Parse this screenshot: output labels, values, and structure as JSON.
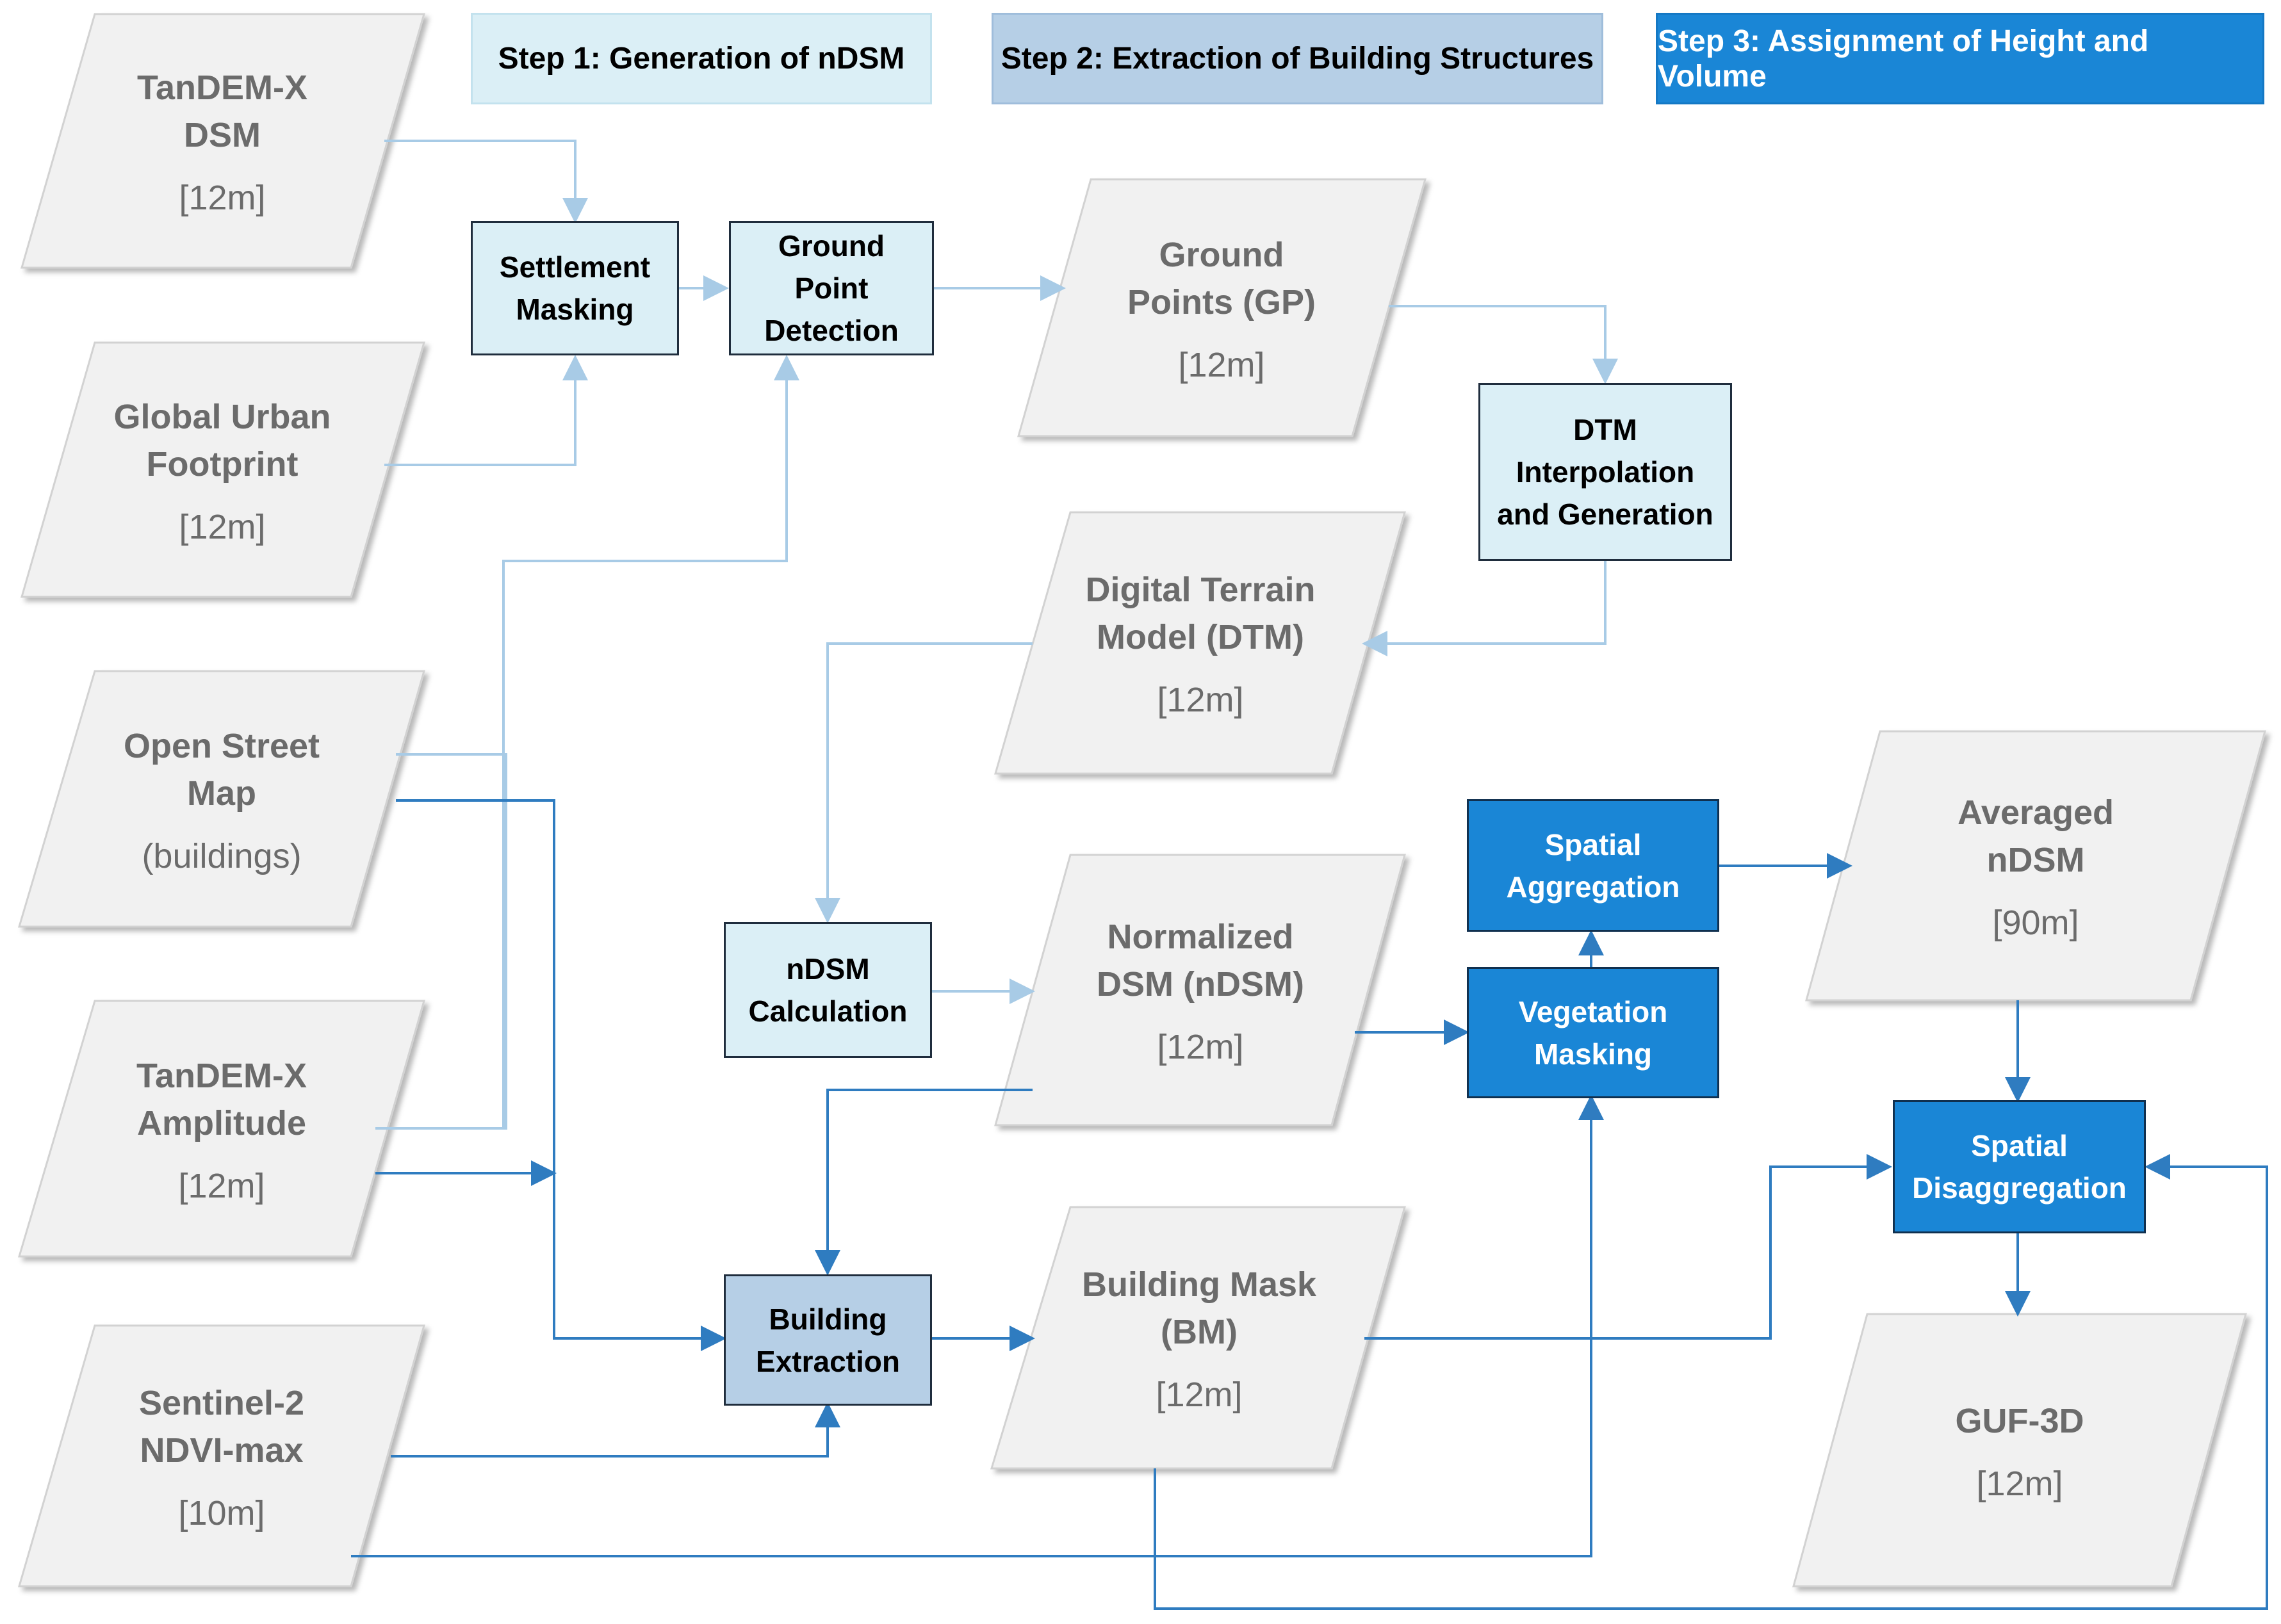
{
  "legend": {
    "step1": "Step 1: Generation of nDSM",
    "step2": "Step 2: Extraction of Building Structures",
    "step3": "Step 3: Assignment of Height and Volume"
  },
  "colors": {
    "step1_fill": "#dbeff6",
    "step2_fill": "#b6cfe6",
    "step3_fill": "#1a86d6",
    "data_fill": "#f1f1f1",
    "light_arrow": "#a8cbe6",
    "dark_arrow": "#2f7cc0"
  },
  "data_nodes": {
    "tandem_dsm": {
      "title": "TanDEM-X\nDSM",
      "res": "[12m]"
    },
    "guf": {
      "title": "Global Urban\nFootprint",
      "res": "[12m]"
    },
    "osm": {
      "title": "Open Street\nMap",
      "res": "(buildings)"
    },
    "tandem_amp": {
      "title": "TanDEM-X\nAmplitude",
      "res": "[12m]"
    },
    "sentinel": {
      "title": "Sentinel-2\nNDVI-max",
      "res": "[10m]"
    },
    "ground_points": {
      "title": "Ground\nPoints (GP)",
      "res": "[12m]"
    },
    "dtm": {
      "title": "Digital Terrain\nModel (DTM)",
      "res": "[12m]"
    },
    "ndsm": {
      "title": "Normalized\nDSM (nDSM)",
      "res": "[12m]"
    },
    "bm": {
      "title": "Building Mask\n(BM)",
      "res": "[12m]"
    },
    "avg_ndsm": {
      "title": "Averaged\nnDSM",
      "res": "[90m]"
    },
    "guf3d": {
      "title": "GUF-3D",
      "res": "[12m]"
    }
  },
  "process_nodes": {
    "settlement_masking": "Settlement\nMasking",
    "ground_point_detection": "Ground\nPoint\nDetection",
    "dtm_interp": "DTM\nInterpolation\nand Generation",
    "ndsm_calc": "nDSM\nCalculation",
    "building_extraction": "Building\nExtraction",
    "spatial_aggregation": "Spatial\nAggregation",
    "vegetation_masking": "Vegetation\nMasking",
    "spatial_disaggregation": "Spatial\nDisaggregation"
  }
}
